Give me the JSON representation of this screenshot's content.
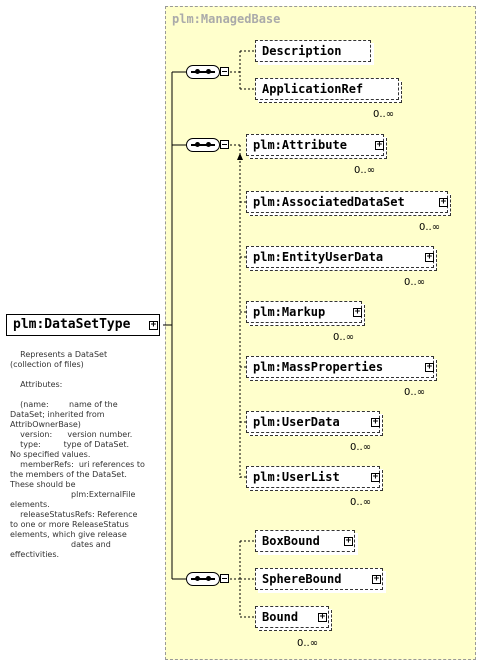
{
  "group": {
    "title": "plm:ManagedBase"
  },
  "root": {
    "name": "plm:DataSetType"
  },
  "documentation": "    Represents a DataSet\n(collection of files)\n\n    Attributes:\n\n    (name:        name of the\nDataSet; inherited from\nAttribOwnerBase)\n    version:      version number.\n    type:         type of DataSet.\nNo specified values.\n    memberRefs:  uri references to\nthe members of the DataSet.\nThese should be\n                        plm:ExternalFile\nelements.\n    releaseStatusRefs: Reference\nto one or more ReleaseStatus\nelements, which give release\n                        dates and\neffectivities.",
  "seq1": {
    "elements": [
      {
        "name": "Description",
        "occurrence": ""
      },
      {
        "name": "ApplicationRef",
        "occurrence": "0..∞"
      }
    ]
  },
  "seq2": {
    "elements": [
      {
        "name": "plm:Attribute",
        "occurrence": "0..∞"
      },
      {
        "name": "plm:AssociatedDataSet",
        "occurrence": "0..∞"
      },
      {
        "name": "plm:EntityUserData",
        "occurrence": "0..∞"
      },
      {
        "name": "plm:Markup",
        "occurrence": "0..∞"
      },
      {
        "name": "plm:MassProperties",
        "occurrence": "0..∞"
      },
      {
        "name": "plm:UserData",
        "occurrence": "0..∞"
      },
      {
        "name": "plm:UserList",
        "occurrence": "0..∞"
      }
    ]
  },
  "seq3": {
    "elements": [
      {
        "name": "BoxBound",
        "occurrence": ""
      },
      {
        "name": "SphereBound",
        "occurrence": ""
      },
      {
        "name": "Bound",
        "occurrence": "0..∞"
      }
    ]
  }
}
